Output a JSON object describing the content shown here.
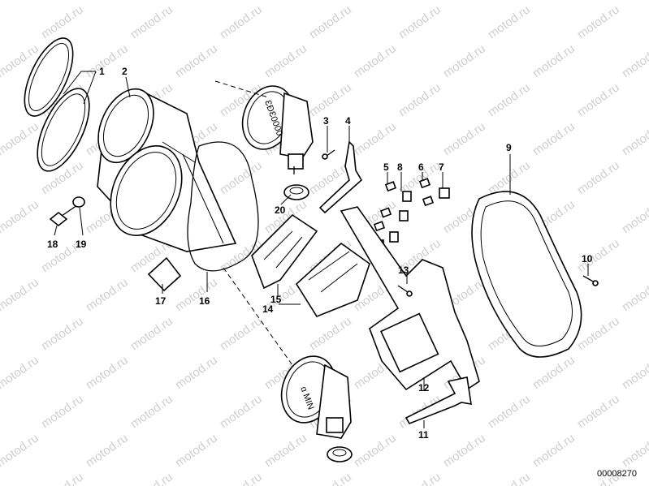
{
  "watermark": "motod.ru",
  "diagram_code": "00008270",
  "callouts": [
    "1",
    "2",
    "3",
    "4",
    "5",
    "6",
    "7",
    "8",
    "9",
    "10",
    "11",
    "12",
    "13",
    "14",
    "15",
    "16",
    "17",
    "18",
    "19",
    "20"
  ],
  "gauge_text": {
    "upper_face": "ƐĐƐ0000",
    "lower_face": "ɑ MIN"
  }
}
